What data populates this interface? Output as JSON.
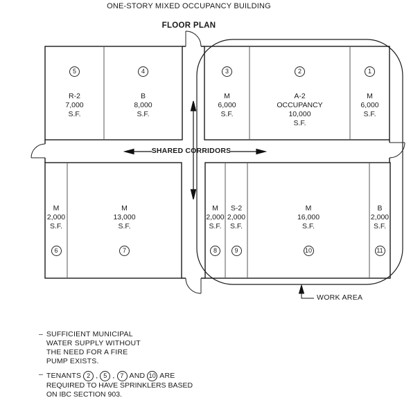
{
  "title": "ONE-STORY MIXED OCCUPANCY BUILDING",
  "subtitle": "FLOOR PLAN",
  "plan": {
    "corridor_label": "SHARED CORRIDORS",
    "work_area_label": "WORK AREA",
    "rooms": [
      {
        "number": "5",
        "label": "R-2\n7,000\nS.F."
      },
      {
        "number": "4",
        "label": "B\n8,000\nS.F."
      },
      {
        "number": "3",
        "label": "M\n6,000\nS.F."
      },
      {
        "number": "2",
        "label": "A-2\nOCCUPANCY\n10,000\nS.F."
      },
      {
        "number": "1",
        "label": "M\n6,000\nS.F."
      },
      {
        "number": "6",
        "label": "M\n2,000\nS.F."
      },
      {
        "number": "7",
        "label": "M\n13,000\nS.F."
      },
      {
        "number": "8",
        "label": "M\n2,000\nS.F."
      },
      {
        "number": "9",
        "label": "S-2\n2,000\nS.F."
      },
      {
        "number": "10",
        "label": "M\n16,000\nS.F."
      },
      {
        "number": "11",
        "label": "B\n2,000\nS.F."
      }
    ]
  },
  "notes": [
    {
      "bullet": "–",
      "text": "SUFFICIENT MUNICIPAL\nWATER SUPPLY WITHOUT\nTHE NEED FOR A FIRE\nPUMP EXISTS."
    },
    {
      "bullet": "–",
      "line1_parts": [
        "TENANTS",
        "2",
        ",",
        "5",
        ",",
        "7",
        "AND",
        "10",
        "ARE"
      ],
      "line2": "REQUIRED TO HAVE SPRINKLERS BASED",
      "line3": "ON IBC SECTION 903."
    }
  ],
  "colors": {
    "wall": "#1a1a1a",
    "divider": "#555555",
    "background": "#ffffff"
  }
}
